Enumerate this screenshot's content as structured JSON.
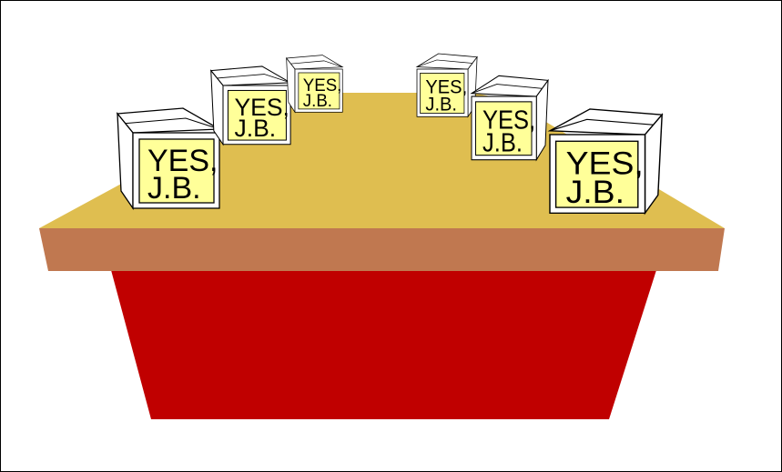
{
  "scene": {
    "colors": {
      "table_top": "#DFBE50",
      "table_edge": "#C07850",
      "table_base": "#C00000",
      "monitor_body": "#FFFFFF",
      "monitor_screen": "#FFFF99"
    },
    "monitors": [
      {
        "line1": "YES,",
        "line2": "J.B."
      },
      {
        "line1": "YES,",
        "line2": "J.B."
      },
      {
        "line1": "YES,",
        "line2": "J.B."
      },
      {
        "line1": "YES,",
        "line2": "J.B."
      },
      {
        "line1": "YES,",
        "line2": "J.B."
      },
      {
        "line1": "YES,",
        "line2": "J.B."
      }
    ]
  }
}
